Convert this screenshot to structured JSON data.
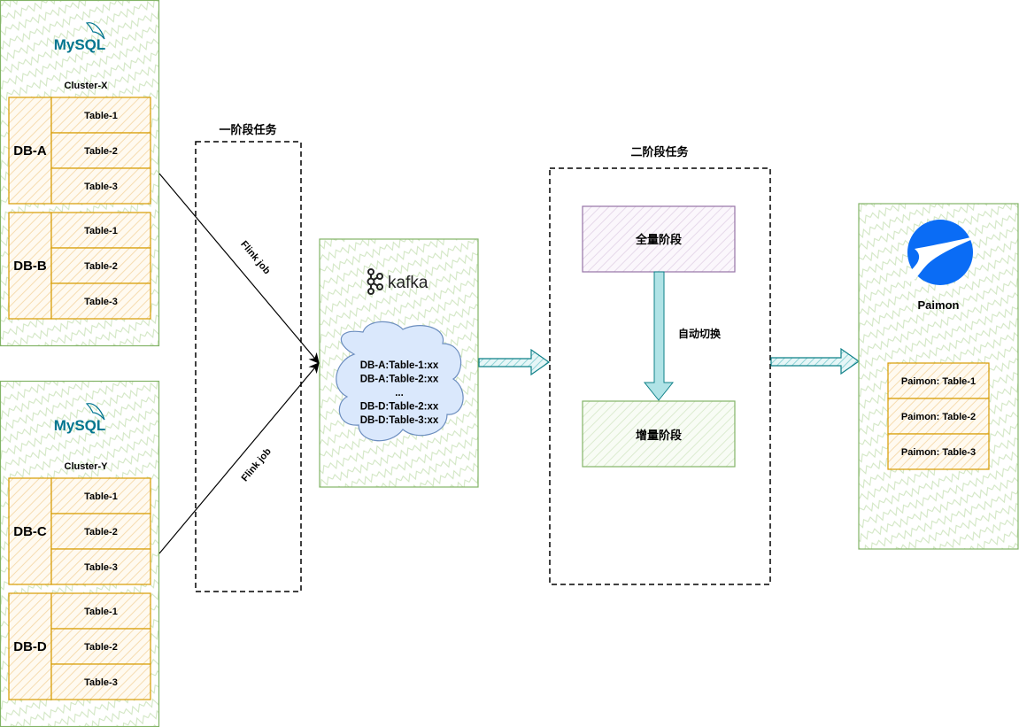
{
  "colors": {
    "green_border": "#82b366",
    "orange_border": "#d79b00",
    "purple_border": "#9673a6",
    "teal_arrow": "#0e8088",
    "cloud_fill": "#dae8fc",
    "cloud_border": "#6c8ebf",
    "paimon_blue": "#0a6cf5"
  },
  "clusters": [
    {
      "logo": "MySQL",
      "label": "Cluster-X",
      "dbs": [
        {
          "name": "DB-A",
          "tables": [
            "Table-1",
            "Table-2",
            "Table-3"
          ]
        },
        {
          "name": "DB-B",
          "tables": [
            "Table-1",
            "Table-2",
            "Table-3"
          ]
        }
      ]
    },
    {
      "logo": "MySQL",
      "label": "Cluster-Y",
      "dbs": [
        {
          "name": "DB-C",
          "tables": [
            "Table-1",
            "Table-2",
            "Table-3"
          ]
        },
        {
          "name": "DB-D",
          "tables": [
            "Table-1",
            "Table-2",
            "Table-3"
          ]
        }
      ]
    }
  ],
  "edges": {
    "flink1": "Flink job",
    "flink2": "Flink job"
  },
  "stage1": {
    "label": "一阶段任务"
  },
  "kafka": {
    "logo": "kafka",
    "topics": [
      "DB-A:Table-1:xx",
      "DB-A:Table-2:xx",
      "...",
      "DB-D:Table-2:xx",
      "DB-D:Table-3:xx"
    ]
  },
  "stage2": {
    "label": "二阶段任务",
    "full": "全量阶段",
    "switch": "自动切换",
    "incremental": "增量阶段"
  },
  "paimon": {
    "label": "Paimon",
    "tables": [
      "Paimon: Table-1",
      "Paimon: Table-2",
      "Paimon: Table-3"
    ]
  }
}
